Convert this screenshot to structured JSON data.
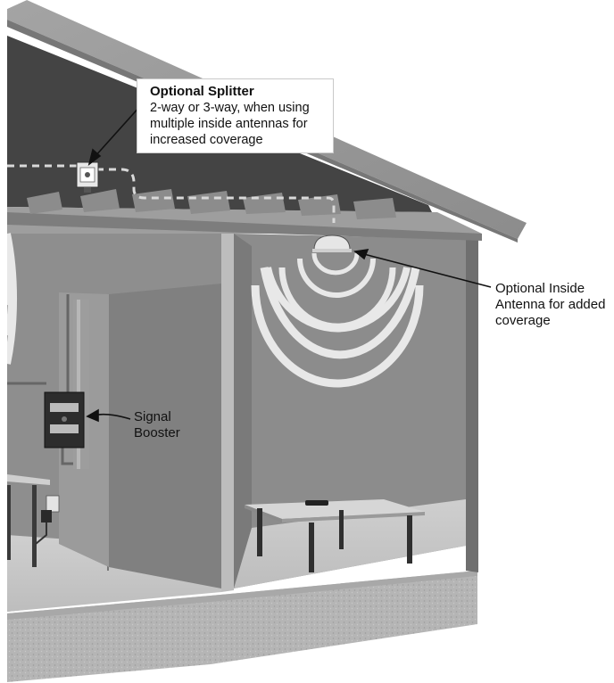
{
  "callouts": {
    "splitter": {
      "title": "Optional Splitter",
      "line1": "2-way or 3-way, when using",
      "line2": "multiple inside antennas for",
      "line3": "increased coverage"
    },
    "inside_antenna": {
      "line1": "Optional Inside",
      "line2": "Antenna for added",
      "line3": "coverage"
    },
    "signal_booster": {
      "line1": "Signal",
      "line2": "Booster"
    }
  },
  "colors": {
    "wall": "#8a8a8a",
    "wall_dark": "#6e6e6e",
    "attic": "#4a4a4a",
    "roof": "#9a9a9a",
    "floor": "#d2d2d2",
    "foundation": "#b4b4b4",
    "signal_rings": "#e6e6e6",
    "cable": "#d8d8d8"
  }
}
